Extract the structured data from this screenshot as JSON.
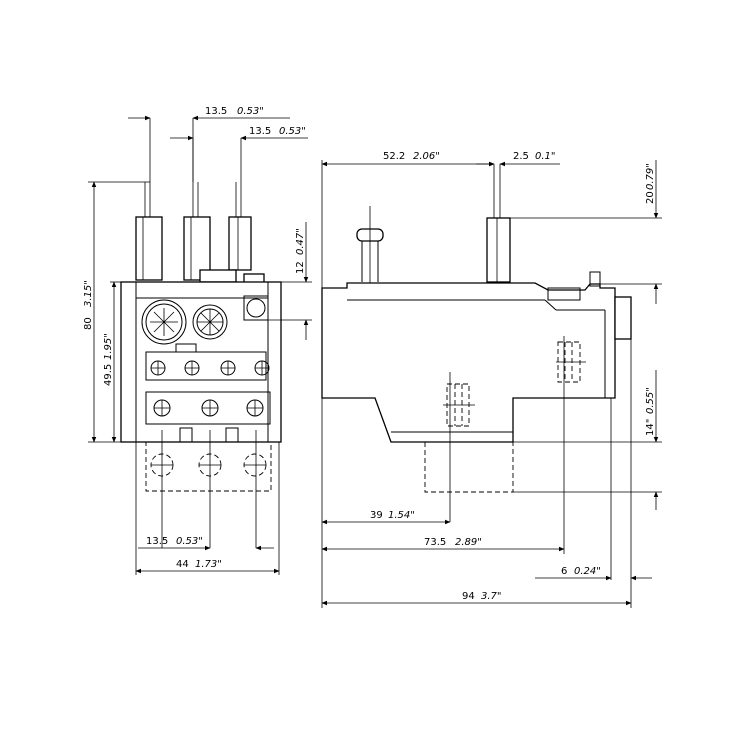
{
  "front_view": {
    "dim_top_pitch": {
      "mm": "13.5",
      "inch": "0.53\""
    },
    "dim_second_pitch": {
      "mm": "13.5",
      "inch": "0.53\""
    },
    "dim_height_total": {
      "mm": "80",
      "inch": "3.15\""
    },
    "dim_height_body": {
      "mm": "49.5",
      "inch": "1.95\""
    },
    "dim_dial_offset": {
      "mm": "12",
      "inch": "0.47\""
    },
    "dim_bottom_pitch": {
      "mm": "13.5",
      "inch": "0.53\""
    },
    "dim_width": {
      "mm": "44",
      "inch": "1.73\""
    }
  },
  "side_view": {
    "dim_terminal_position": {
      "mm": "52.2",
      "inch": "2.06\""
    },
    "dim_terminal_width": {
      "mm": "2.5",
      "inch": "0.1\""
    },
    "dim_terminal_height": {
      "mm": "20",
      "inch": "0.79\""
    },
    "dim_lower_offset": {
      "mm": "14\"",
      "inch": "0.55\""
    },
    "dim_mount_first": {
      "mm": "39",
      "inch": "1.54\""
    },
    "dim_mount_second": {
      "mm": "73.5",
      "inch": "2.89\""
    },
    "dim_rear_depth": {
      "mm": "6",
      "inch": "0.24\""
    },
    "dim_overall_depth": {
      "mm": "94",
      "inch": "3.7\""
    }
  }
}
